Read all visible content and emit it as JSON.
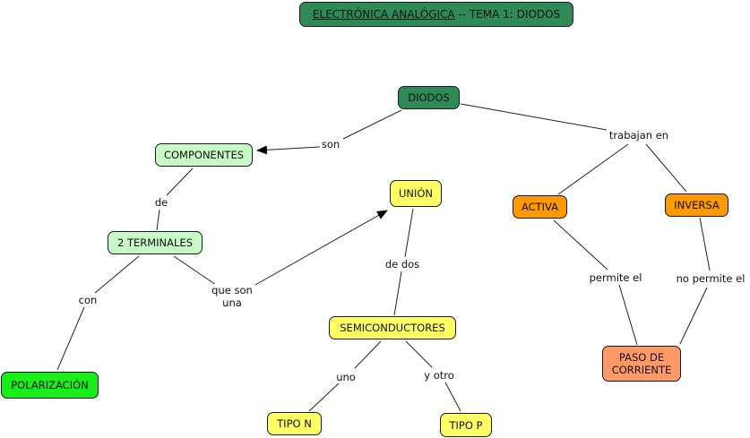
{
  "title": {
    "link_text": "ELECTRÓNICA ANALÓGICA",
    "rest_text": " -- TEMA 1: DIODOS"
  },
  "colors": {
    "dark_green": "#2e8b57",
    "light_green": "#c8fac8",
    "bright_green": "#1aee1a",
    "yellow": "#ffff66",
    "orange": "#ff9900",
    "salmon": "#ff9966"
  },
  "nodes": {
    "diodos": "DIODOS",
    "componentes": "COMPONENTES",
    "terminales": "2 TERMINALES",
    "polarizacion": "POLARIZACIÓN",
    "union": "UNIÓN",
    "semiconductores": "SEMICONDUCTORES",
    "tipo_n": "TIPO N",
    "tipo_p": "TIPO P",
    "activa": "ACTIVA",
    "inversa": "INVERSA",
    "paso_corriente": "PASO DE\nCORRIENTE"
  },
  "links": {
    "son": "son",
    "trabajan_en": "trabajan en",
    "de": "de",
    "con": "con",
    "que_son_una": "que son\nuna",
    "de_dos": "de dos",
    "uno": "uno",
    "y_otro": "y otro",
    "permite_el": "permite el",
    "no_permite_el": "no permite el"
  }
}
